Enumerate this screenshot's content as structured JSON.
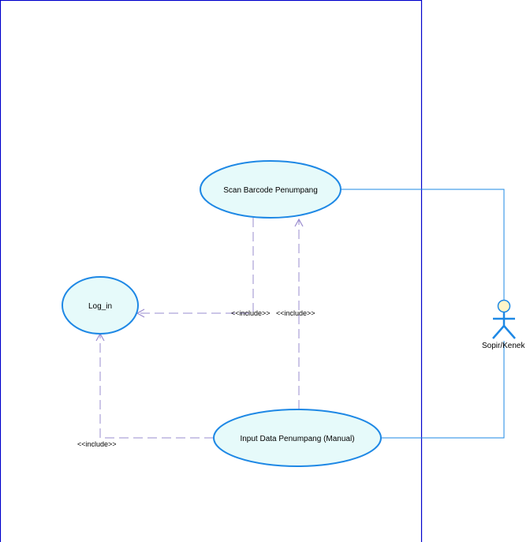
{
  "diagram": {
    "type": "uml-use-case",
    "colors": {
      "boundary": "#0000cc",
      "usecase_fill": "#e6fafa",
      "usecase_stroke": "#1e88e5",
      "association": "#1e88e5",
      "include": "#9a8ccf",
      "actor": "#1e88e5",
      "actor_head": "#fff5c8"
    },
    "use_cases": {
      "scan": {
        "label": "Scan Barcode Penumpang"
      },
      "login": {
        "label": "Log_in"
      },
      "input": {
        "label": "Input Data Penumpang (Manual)"
      }
    },
    "actor": {
      "label": "Sopir/Kenek"
    },
    "relations": [
      {
        "type": "include",
        "from": "Scan Barcode Penumpang",
        "to": "Log_in",
        "label": "<<include>>"
      },
      {
        "type": "include",
        "from": "Input Data Penumpang (Manual)",
        "to": "Scan Barcode Penumpang",
        "label": "<<include>>"
      },
      {
        "type": "include",
        "from": "Input Data Penumpang (Manual)",
        "to": "Log_in",
        "label": "<<include>>"
      },
      {
        "type": "association",
        "from": "Sopir/Kenek",
        "to": "Scan Barcode Penumpang"
      },
      {
        "type": "association",
        "from": "Sopir/Kenek",
        "to": "Input Data Penumpang (Manual)"
      }
    ]
  }
}
